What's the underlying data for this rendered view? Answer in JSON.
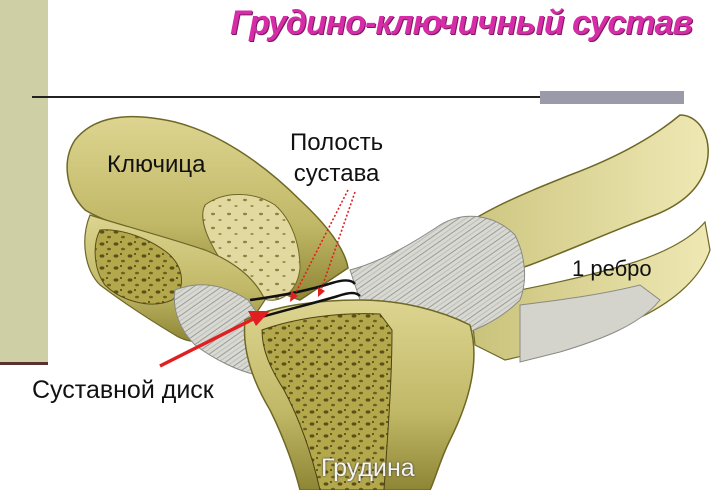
{
  "slide": {
    "title": "Грудино-ключичный сустав",
    "colors": {
      "title": "#d62ca8",
      "sidebar": "#cfcfa6",
      "bone": "#c9c27a",
      "bone_dark": "#8f8736",
      "arrow": "#e02020",
      "ligament": "#dcdcdc"
    }
  },
  "labels": {
    "clavicle": "Ключица",
    "cavity_line1": "Полость",
    "cavity_line2": "сустава",
    "rib": "1 ребро",
    "disc": "Суставной диск",
    "sternum": "Грудина"
  }
}
